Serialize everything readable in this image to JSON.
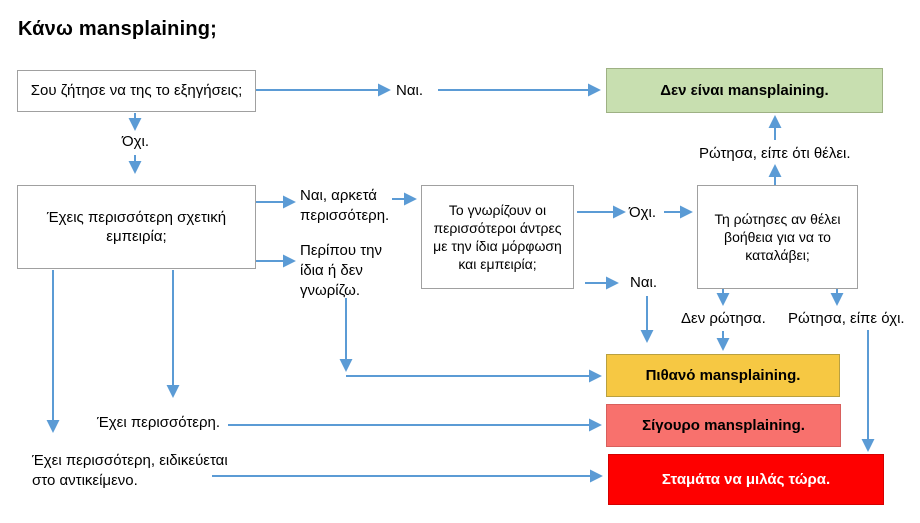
{
  "title": "Κάνω mansplaining;",
  "nodes": {
    "q1": {
      "label": "Σου ζήτησε να της το εξηγήσεις;",
      "fill": "#ffffff"
    },
    "q2": {
      "label": "Έχεις περισσότερη σχετική εμπειρία;",
      "fill": "#ffffff"
    },
    "q3": {
      "label": "Το γνωρίζουν οι περισσότεροι άντρες με την ίδια μόρφωση και εμπειρία;",
      "fill": "#ffffff"
    },
    "q4": {
      "label": "Τη ρώτησες αν θέλει βοήθεια για να το καταλάβει;",
      "fill": "#ffffff"
    },
    "not_mansplaining": {
      "label": "Δεν είναι mansplaining.",
      "fill": "#c8dfb0"
    },
    "possible_mansplaining": {
      "label": "Πιθανό mansplaining.",
      "fill": "#f6c843"
    },
    "certain_mansplaining": {
      "label": "Σίγουρο mansplaining.",
      "fill": "#f8716d"
    },
    "stop_talking": {
      "label": "Σταμάτα να μιλάς τώρα.",
      "fill": "#fe0000"
    }
  },
  "edge_labels": {
    "yes_asked": "Ναι.",
    "no_asked": "Όχι.",
    "yes_much_more": "Ναι, αρκετά περισσότερη.",
    "about_same": "Περίπου την ίδια ή δεν γνωρίζω.",
    "no_most_men": "Όχι.",
    "yes_most_men": "Ναι.",
    "asked_said_wants": "Ρώτησα, είπε ότι θέλει.",
    "did_not_ask": "Δεν ρώτησα.",
    "asked_said_no": "Ρώτησα, είπε όχι.",
    "she_has_more": "Έχει περισσότερη.",
    "she_has_more_specialized": "Έχει περισσότερη, ειδικεύεται στο αντικείμενο."
  },
  "colors": {
    "arrow": "#5b9bd5",
    "question_box_border": "#a0a0a0",
    "result_green": "#c8dfb0",
    "result_yellow": "#f6c843",
    "result_salmon": "#f8716d",
    "result_red": "#fe0000",
    "text": "#000000"
  }
}
